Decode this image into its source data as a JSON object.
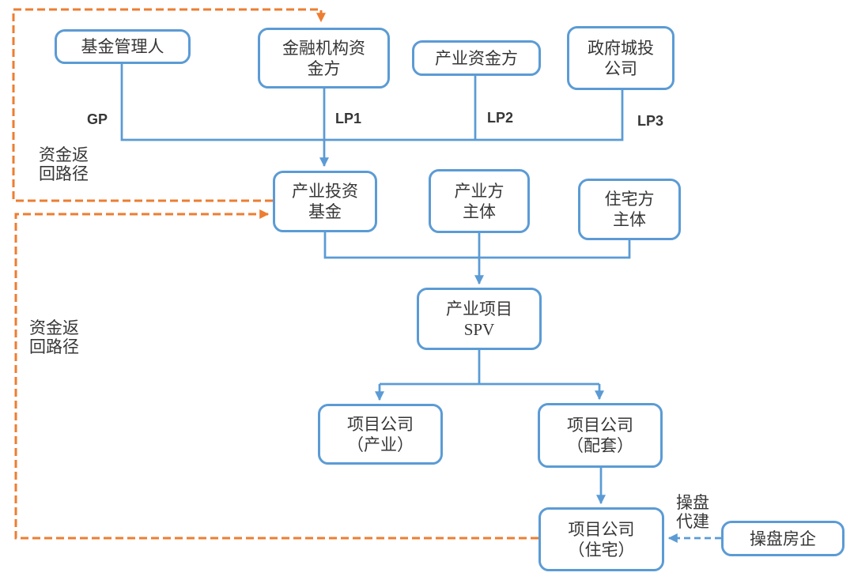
{
  "colors": {
    "node_border": "#5B9BD5",
    "connector_blue": "#5B9BD5",
    "return_path_orange": "#ED7D31",
    "text": "#363636"
  },
  "nodes": {
    "fund_manager": "基金管理人",
    "financial_institution_capital": "金融机构资\n金方",
    "industry_capital": "产业资金方",
    "government_urban_investment": "政府城投\n公司",
    "industry_investment_fund": "产业投资\n基金",
    "industry_entity": "产业方\n主体",
    "residential_entity": "住宅方\n主体",
    "industry_project_spv": "产业项目\nSPV",
    "project_company_industry": "项目公司\n（产业）",
    "project_company_supporting": "项目公司\n（配套）",
    "project_company_residential": "项目公司\n（住宅）",
    "operating_developer": "操盘房企"
  },
  "labels": {
    "gp": "GP",
    "lp1": "LP1",
    "lp2": "LP2",
    "lp3": "LP3",
    "capital_return_path_top": "资金返\n回路径",
    "capital_return_path_left": "资金返\n回路径",
    "operate_and_build": "操盘\n代建"
  }
}
